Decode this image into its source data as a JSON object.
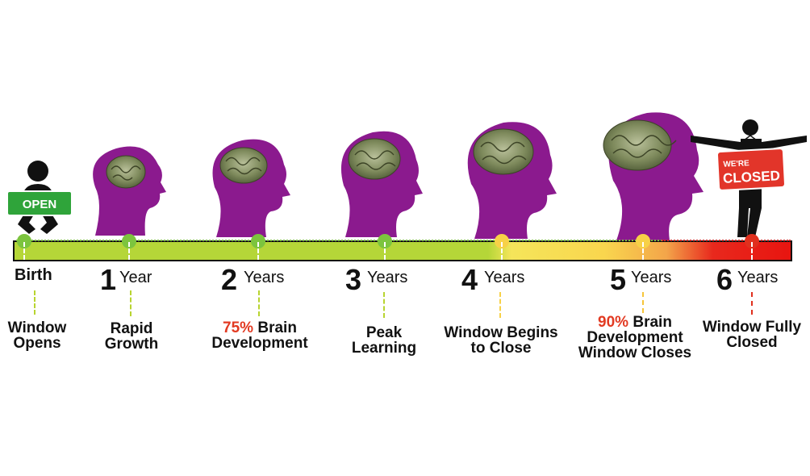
{
  "timeline": {
    "birth_label": "Birth",
    "stages": [
      {
        "num": "1",
        "unit": "Year"
      },
      {
        "num": "2",
        "unit": "Years"
      },
      {
        "num": "3",
        "unit": "Years"
      },
      {
        "num": "4",
        "unit": "Years"
      },
      {
        "num": "5",
        "unit": "Years"
      },
      {
        "num": "6",
        "unit": "Years"
      }
    ],
    "descriptions": {
      "birth": "Window Opens",
      "y1": "Rapid Growth",
      "y2_pct": "75%",
      "y2_rest": "Brain Development",
      "y3": "Peak Learning",
      "y4": "Window Begins to Close",
      "y5_pct": "90%",
      "y5_rest": "Brain Development Window Closes",
      "y6": "Window Fully Closed"
    }
  },
  "signs": {
    "open": "OPEN",
    "were": "WE'RE",
    "closed": "CLOSED"
  },
  "colors": {
    "head_purple": "#8b1a8e",
    "green_node": "#7cc43e",
    "yellow_node": "#f7d147",
    "red_node": "#e0301e",
    "sign_green": "#2fa43a",
    "sign_red": "#e2352a"
  }
}
